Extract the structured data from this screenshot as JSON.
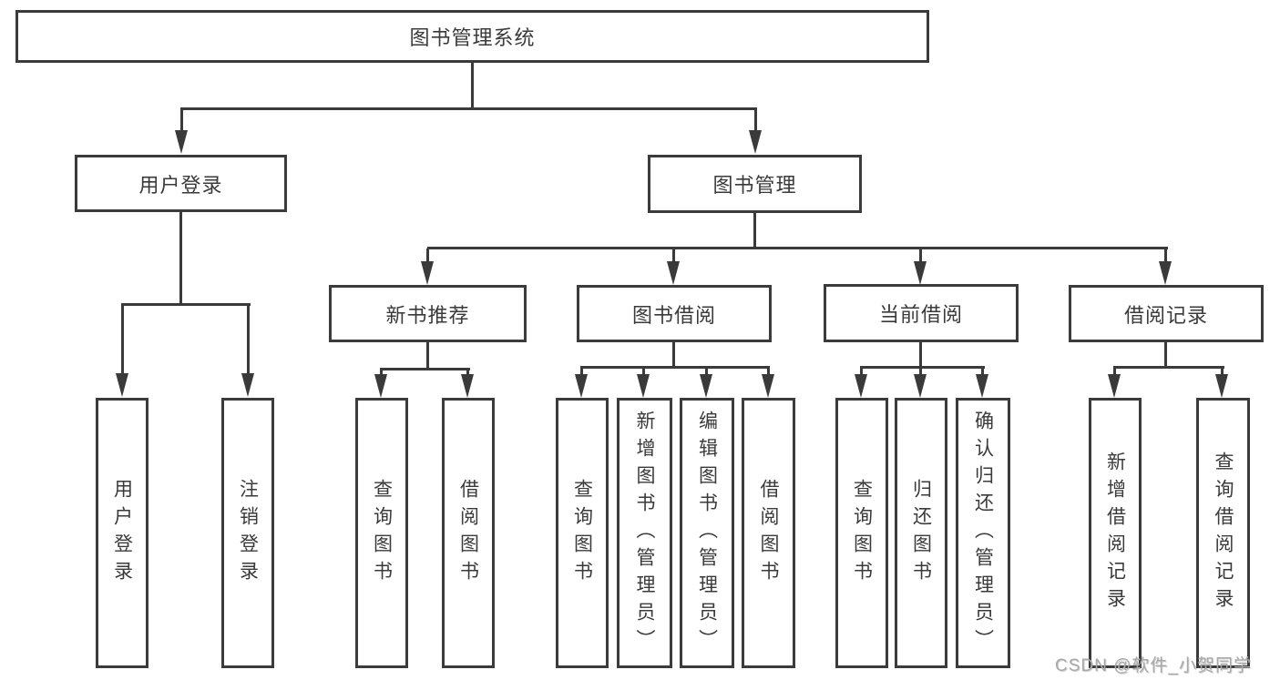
{
  "diagram": {
    "root": {
      "label": "图书管理系统"
    },
    "level2": [
      {
        "label": "用户登录"
      },
      {
        "label": "图书管理"
      }
    ],
    "level3": [
      {
        "label": "新书推荐"
      },
      {
        "label": "图书借阅"
      },
      {
        "label": "当前借阅"
      },
      {
        "label": "借阅记录"
      }
    ],
    "leaves": {
      "user_login": [
        "用户登录",
        "注销登录"
      ],
      "new_book": [
        "查询图书",
        "借阅图书"
      ],
      "book_borrow": [
        "查询图书",
        "新增图书（管理员）",
        "编辑图书（管理员）",
        "借阅图书"
      ],
      "current_borrow": [
        "查询图书",
        "归还图书",
        "确认归还（管理员）"
      ],
      "borrow_record": [
        "新增借阅记录",
        "查询借阅记录"
      ]
    },
    "watermark": "CSDN @软件_小贺同学",
    "colors": {
      "line": "#3a3a3a",
      "border": "#3b3b3b",
      "text": "#3a3a3a",
      "background": "#ffffff",
      "watermark": "#a9a9a9"
    }
  }
}
